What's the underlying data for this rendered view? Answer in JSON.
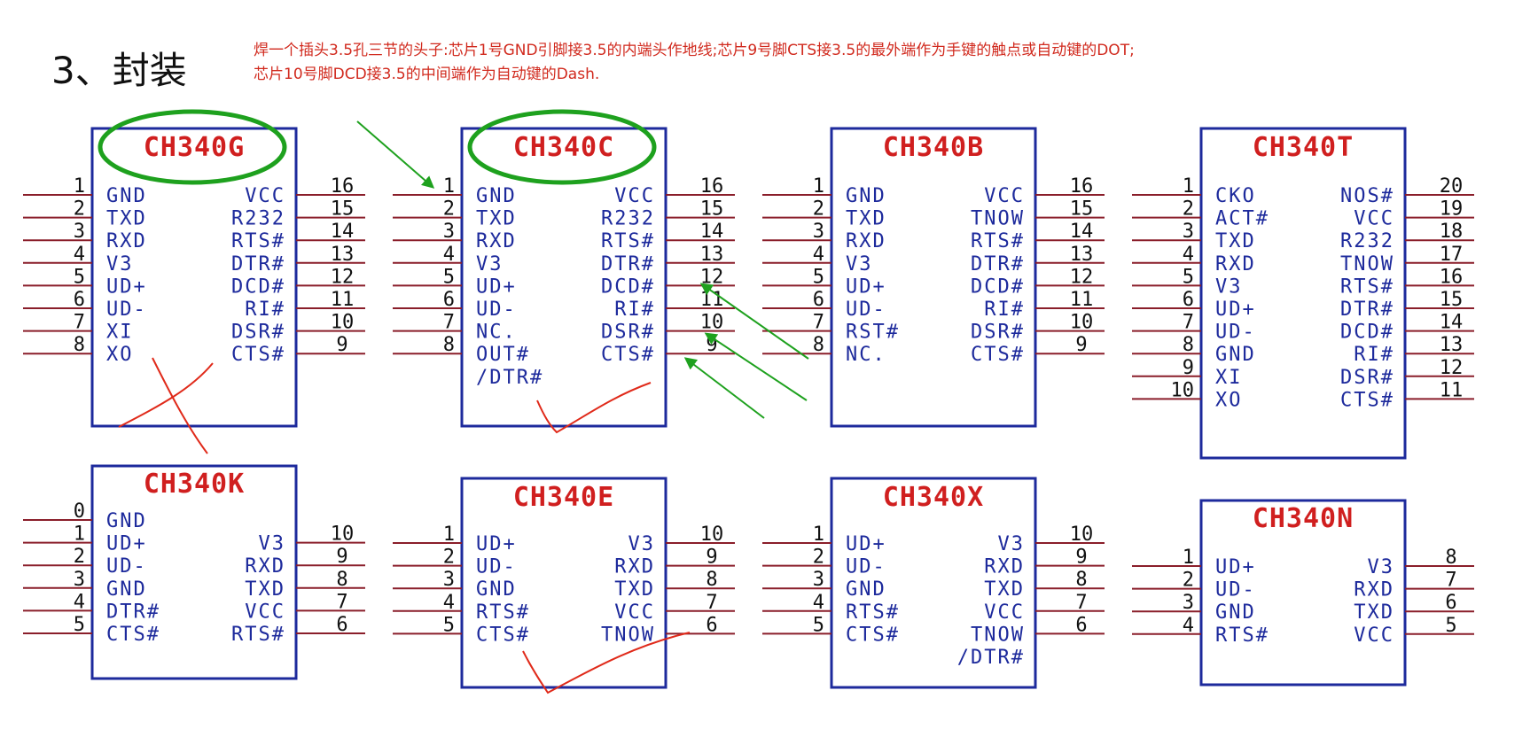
{
  "heading": "3、封装",
  "note": {
    "line1": "焊一个插头3.5孔三节的头子:芯片1号GND引脚接3.5的内端头作地线;芯片9号脚CTS接3.5的最外端作为手键的触点或自动键的DOT;",
    "line2": "芯片10号脚DCD接3.5的中间端作为自动键的Dash."
  },
  "colors": {
    "box": "#1d2a9c",
    "pin_line": "#8a1e2a",
    "title": "#d01f1f",
    "note": "#d12a1e",
    "ellipse": "#1ea11e",
    "arrow": "#1ea11e",
    "mark": "#e02a1a"
  },
  "chips": [
    {
      "id": "ch340g",
      "name": "CH340G",
      "left": [
        [
          "1",
          "GND"
        ],
        [
          "2",
          "TXD"
        ],
        [
          "3",
          "RXD"
        ],
        [
          "4",
          "V3"
        ],
        [
          "5",
          "UD+"
        ],
        [
          "6",
          "UD-"
        ],
        [
          "7",
          "XI"
        ],
        [
          "8",
          "XO"
        ]
      ],
      "right": [
        [
          "16",
          "VCC"
        ],
        [
          "15",
          "R232"
        ],
        [
          "14",
          "RTS#"
        ],
        [
          "13",
          "DTR#"
        ],
        [
          "12",
          "DCD#"
        ],
        [
          "11",
          "RI#"
        ],
        [
          "10",
          "DSR#"
        ],
        [
          "9",
          "CTS#"
        ]
      ]
    },
    {
      "id": "ch340c",
      "name": "CH340C",
      "left": [
        [
          "1",
          "GND"
        ],
        [
          "2",
          "TXD"
        ],
        [
          "3",
          "RXD"
        ],
        [
          "4",
          "V3"
        ],
        [
          "5",
          "UD+"
        ],
        [
          "6",
          "UD-"
        ],
        [
          "7",
          "NC."
        ],
        [
          "8",
          "OUT#"
        ],
        [
          "",
          "/DTR#"
        ]
      ],
      "right": [
        [
          "16",
          "VCC"
        ],
        [
          "15",
          "R232"
        ],
        [
          "14",
          "RTS#"
        ],
        [
          "13",
          "DTR#"
        ],
        [
          "12",
          "DCD#"
        ],
        [
          "11",
          "RI#"
        ],
        [
          "10",
          "DSR#"
        ],
        [
          "9",
          "CTS#"
        ]
      ]
    },
    {
      "id": "ch340b",
      "name": "CH340B",
      "left": [
        [
          "1",
          "GND"
        ],
        [
          "2",
          "TXD"
        ],
        [
          "3",
          "RXD"
        ],
        [
          "4",
          "V3"
        ],
        [
          "5",
          "UD+"
        ],
        [
          "6",
          "UD-"
        ],
        [
          "7",
          "RST#"
        ],
        [
          "8",
          "NC."
        ]
      ],
      "right": [
        [
          "16",
          "VCC"
        ],
        [
          "15",
          "TNOW"
        ],
        [
          "14",
          "RTS#"
        ],
        [
          "13",
          "DTR#"
        ],
        [
          "12",
          "DCD#"
        ],
        [
          "11",
          "RI#"
        ],
        [
          "10",
          "DSR#"
        ],
        [
          "9",
          "CTS#"
        ]
      ]
    },
    {
      "id": "ch340t",
      "name": "CH340T",
      "left": [
        [
          "1",
          "CKO"
        ],
        [
          "2",
          "ACT#"
        ],
        [
          "3",
          "TXD"
        ],
        [
          "4",
          "RXD"
        ],
        [
          "5",
          "V3"
        ],
        [
          "6",
          "UD+"
        ],
        [
          "7",
          "UD-"
        ],
        [
          "8",
          "GND"
        ],
        [
          "9",
          "XI"
        ],
        [
          "10",
          "XO"
        ]
      ],
      "right": [
        [
          "20",
          "NOS#"
        ],
        [
          "19",
          "VCC"
        ],
        [
          "18",
          "R232"
        ],
        [
          "17",
          "TNOW"
        ],
        [
          "16",
          "RTS#"
        ],
        [
          "15",
          "DTR#"
        ],
        [
          "14",
          "DCD#"
        ],
        [
          "13",
          "RI#"
        ],
        [
          "12",
          "DSR#"
        ],
        [
          "11",
          "CTS#"
        ]
      ]
    },
    {
      "id": "ch340k",
      "name": "CH340K",
      "left": [
        [
          "0",
          "GND"
        ],
        [
          "1",
          "UD+"
        ],
        [
          "2",
          "UD-"
        ],
        [
          "3",
          "GND"
        ],
        [
          "4",
          "DTR#"
        ],
        [
          "5",
          "CTS#"
        ]
      ],
      "right": [
        [
          "",
          ""
        ],
        [
          "10",
          "V3"
        ],
        [
          "9",
          "RXD"
        ],
        [
          "8",
          "TXD"
        ],
        [
          "7",
          "VCC"
        ],
        [
          "6",
          "RTS#"
        ]
      ]
    },
    {
      "id": "ch340e",
      "name": "CH340E",
      "left": [
        [
          "1",
          "UD+"
        ],
        [
          "2",
          "UD-"
        ],
        [
          "3",
          "GND"
        ],
        [
          "4",
          "RTS#"
        ],
        [
          "5",
          "CTS#"
        ]
      ],
      "right": [
        [
          "10",
          "V3"
        ],
        [
          "9",
          "RXD"
        ],
        [
          "8",
          "TXD"
        ],
        [
          "7",
          "VCC"
        ],
        [
          "6",
          "TNOW"
        ]
      ]
    },
    {
      "id": "ch340x",
      "name": "CH340X",
      "left": [
        [
          "1",
          "UD+"
        ],
        [
          "2",
          "UD-"
        ],
        [
          "3",
          "GND"
        ],
        [
          "4",
          "RTS#"
        ],
        [
          "5",
          "CTS#"
        ]
      ],
      "right": [
        [
          "10",
          "V3"
        ],
        [
          "9",
          "RXD"
        ],
        [
          "8",
          "TXD"
        ],
        [
          "7",
          "VCC"
        ],
        [
          "6",
          "TNOW"
        ],
        [
          "",
          "/DTR#"
        ]
      ]
    },
    {
      "id": "ch340n",
      "name": "CH340N",
      "left": [
        [
          "1",
          "UD+"
        ],
        [
          "2",
          "UD-"
        ],
        [
          "3",
          "GND"
        ],
        [
          "4",
          "RTS#"
        ]
      ],
      "right": [
        [
          "8",
          "V3"
        ],
        [
          "7",
          "RXD"
        ],
        [
          "6",
          "TXD"
        ],
        [
          "5",
          "VCC"
        ]
      ]
    }
  ]
}
